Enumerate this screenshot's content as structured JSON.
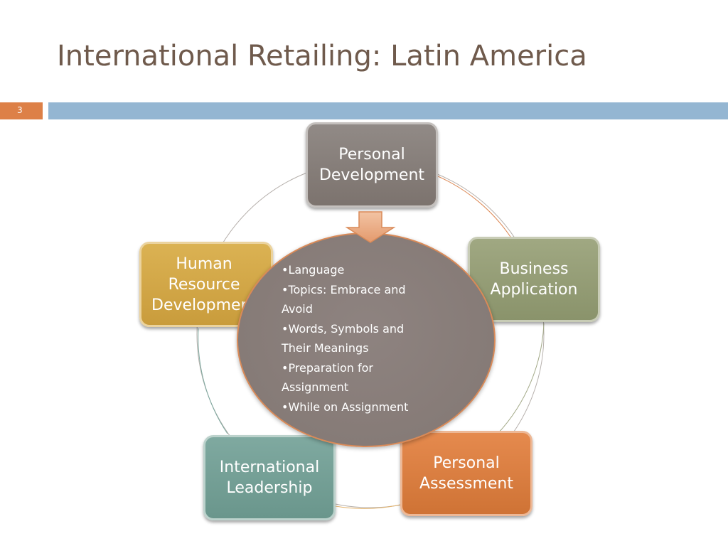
{
  "slide": {
    "title": "International Retailing: Latin America",
    "number": "3"
  },
  "diagram": {
    "nodes": {
      "personal_development": [
        "Personal",
        "Development"
      ],
      "business_application": [
        "Business",
        "Application"
      ],
      "personal_assessment": [
        "Personal",
        "Assessment"
      ],
      "international_leadership": [
        "International",
        "Leadership"
      ],
      "human_resource_development": [
        "Human",
        "Resource",
        "Development"
      ]
    },
    "center_bullets": [
      "•Language",
      "•Topics: Embrace and Avoid",
      "•Words, Symbols and Their Meanings",
      "•Preparation for Assignment",
      "•While on Assignment"
    ]
  },
  "colors": {
    "title": "#6f5a4c",
    "accent_orange": "#dd8047",
    "band_blue": "#94b6d2"
  }
}
